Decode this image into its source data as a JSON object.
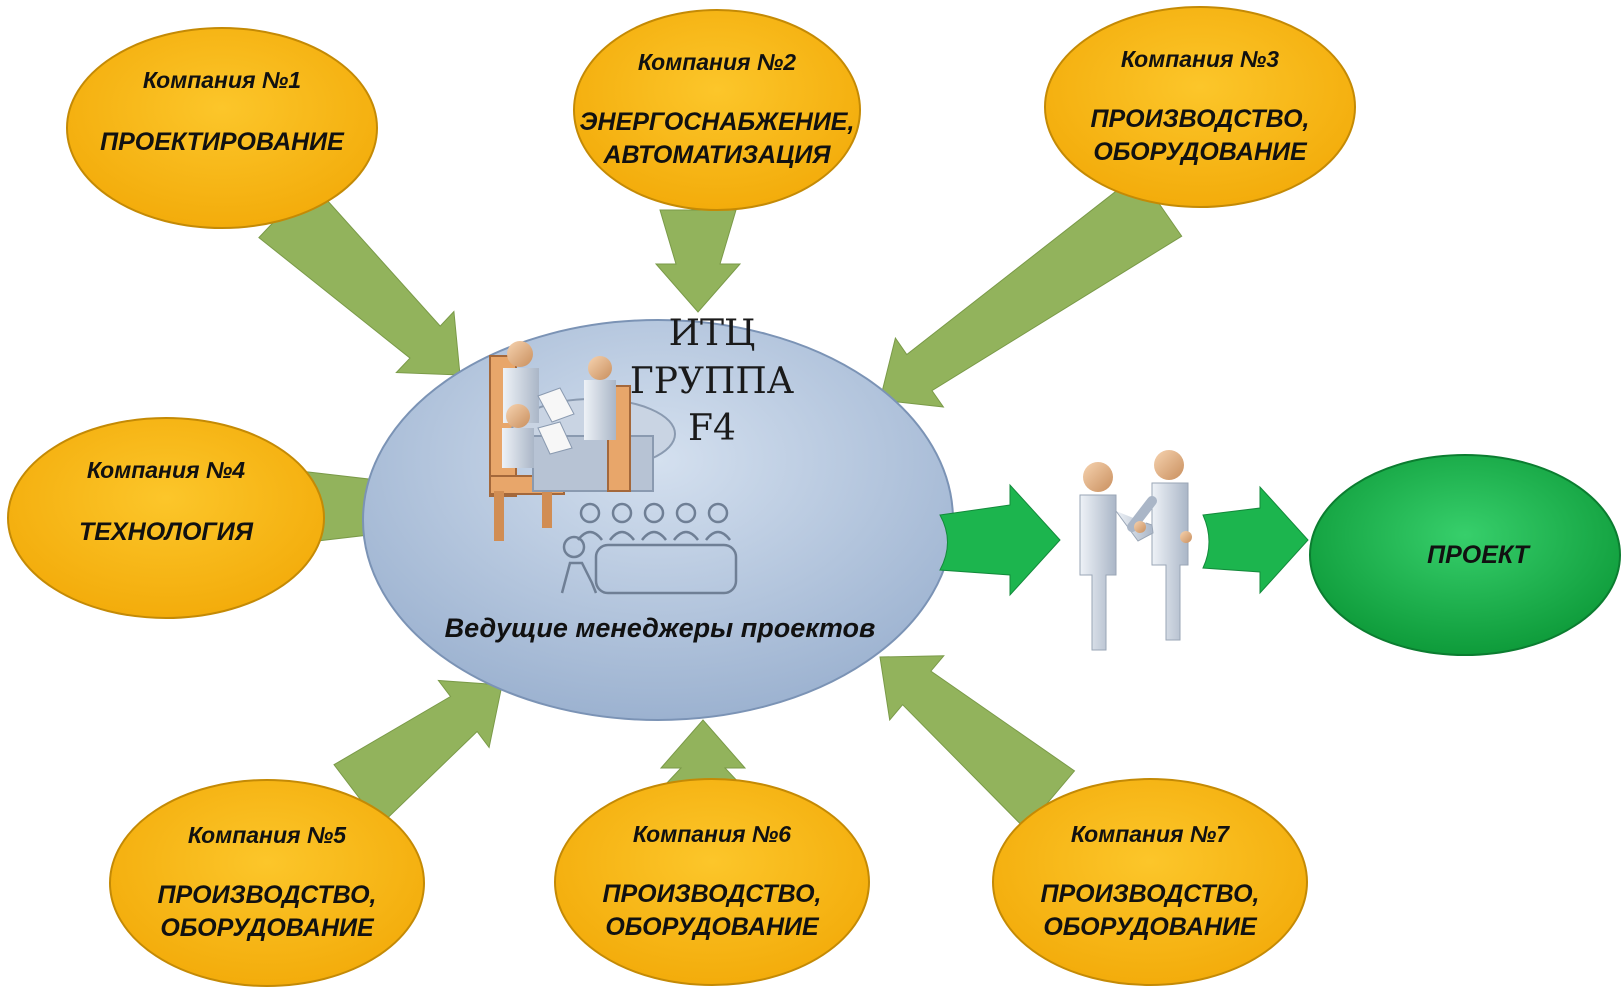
{
  "colors": {
    "company_fill": "#f8b815",
    "company_stroke": "#c48a05",
    "hub_fill": "#a9bdd8",
    "hub_stroke": "#7b93b5",
    "arrow_in": "#92b35c",
    "arrow_out": "#19b24b",
    "project_fill": "#16b048"
  },
  "companies": [
    {
      "title": "Компания №1",
      "field_lines": [
        "ПРОЕКТИРОВАНИЕ"
      ]
    },
    {
      "title": "Компания №2",
      "field_lines": [
        "ЭНЕРГОСНАБЖЕНИЕ,",
        "АВТОМАТИЗАЦИЯ"
      ]
    },
    {
      "title": "Компания №3",
      "field_lines": [
        "ПРОИЗВОДСТВО,",
        "ОБОРУДОВАНИЕ"
      ]
    },
    {
      "title": "Компания №4",
      "field_lines": [
        "ТЕХНОЛОГИЯ"
      ]
    },
    {
      "title": "Компания №5",
      "field_lines": [
        "ПРОИЗВОДСТВО,",
        "ОБОРУДОВАНИЕ"
      ]
    },
    {
      "title": "Компания №6",
      "field_lines": [
        "ПРОИЗВОДСТВО,",
        "ОБОРУДОВАНИЕ"
      ]
    },
    {
      "title": "Компания №7",
      "field_lines": [
        "ПРОИЗВОДСТВО,",
        "ОБОРУДОВАНИЕ"
      ]
    }
  ],
  "hub": {
    "title_lines": [
      "ИТЦ",
      "ГРУППА",
      "F4"
    ],
    "subtitle": "Ведущие менеджеры проектов"
  },
  "project": {
    "label": "ПРОЕКТ"
  },
  "icons": [
    "meeting-table-icon",
    "presentation-audience-icon",
    "handshake-icon"
  ]
}
